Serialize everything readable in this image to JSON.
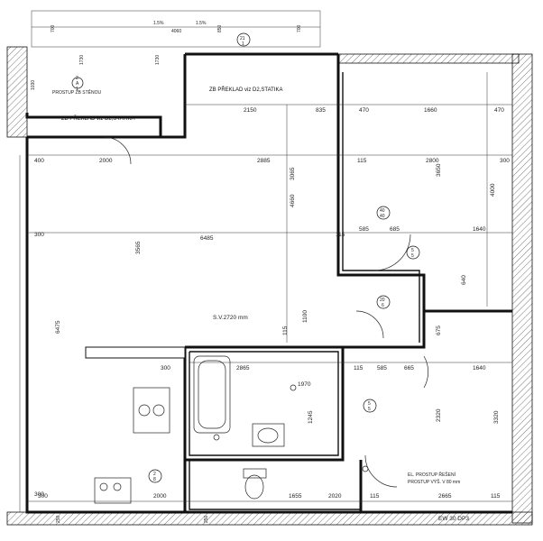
{
  "dimensions": {
    "top": [
      "700",
      "1.5%",
      "4060",
      "1.5%",
      "850",
      "700"
    ],
    "left_stub": [
      "1030",
      "1730",
      "1730"
    ],
    "row_upper": [
      "2150",
      "835",
      "470",
      "1660",
      "470"
    ],
    "row_main": [
      "400",
      "2000",
      "2885",
      "115",
      "2800",
      "300"
    ],
    "interior": [
      "6485",
      "4660",
      "3065",
      "3565",
      "3650",
      "4000",
      "300",
      "585",
      "685",
      "1640",
      "640",
      "115"
    ],
    "left_side": [
      "6475",
      "300"
    ],
    "lower": [
      "300",
      "2865",
      "115",
      "585",
      "665",
      "1640",
      "675",
      "1970",
      "1245",
      "2320",
      "3320",
      "1100",
      "115"
    ],
    "bottom": [
      "300",
      "2000",
      "1655",
      "2020",
      "115",
      "2665",
      "115"
    ],
    "bottom_far": [
      "250",
      "250"
    ]
  },
  "notes": {
    "lintel_1": "ZB PŘEKLAD viz D2,STATIKA",
    "lintel_2": "ZB PŘEKLAD viz D2,STATIKA",
    "ceiling_height": "S.V.2720 mm",
    "stub_note": "PROSTUP ZB STĚNOU",
    "bottom_note_1": "EL. PROSTUP ŘEŠENÍ",
    "bottom_note_2": "PROSTUP VÝŠ. V 80 mm",
    "ew": "EW 30 DP3"
  },
  "room_tags": [
    {
      "top": "21",
      "bottom": "1"
    },
    {
      "top": "40",
      "bottom": "40"
    },
    {
      "top": "5",
      "bottom": "5"
    },
    {
      "top": "20",
      "bottom": "6"
    },
    {
      "top": "5",
      "bottom": "5"
    },
    {
      "top": "2",
      "bottom": "8"
    }
  ],
  "markers": [
    "2",
    "A",
    "1"
  ]
}
